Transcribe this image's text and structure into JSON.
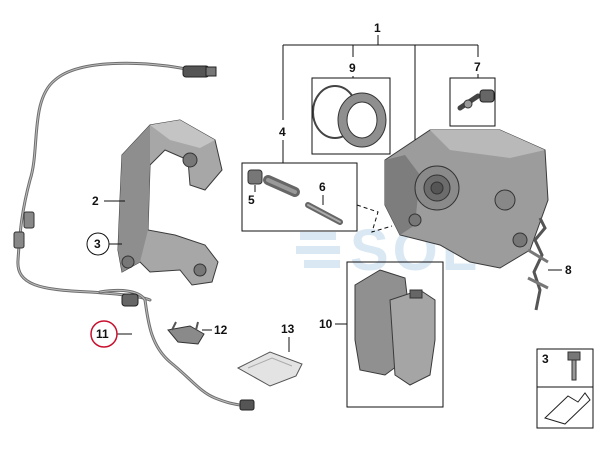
{
  "diagram": {
    "callouts": {
      "c1": "1",
      "c2": "2",
      "c3": "3",
      "c4": "4",
      "c5": "5",
      "c6": "6",
      "c7": "7",
      "c8": "8",
      "c9": "9",
      "c10": "10",
      "c11": "11",
      "c12": "12",
      "c13": "13",
      "legend_3": "3"
    },
    "watermark": "SOL",
    "colors": {
      "highlight_circle": "#c8102e",
      "parts_gray": "#9a9a9a",
      "parts_dark": "#5a5a5a",
      "watermark": "#bcd6ea"
    },
    "icons": [
      "brake-caliper-icon",
      "caliper-carrier-icon",
      "brake-pad-icon",
      "wear-sensor-icon",
      "bolt-icon",
      "piston-seal-icon",
      "guide-pin-icon",
      "spring-clip-icon",
      "grease-packet-icon",
      "arrow-icon"
    ]
  }
}
